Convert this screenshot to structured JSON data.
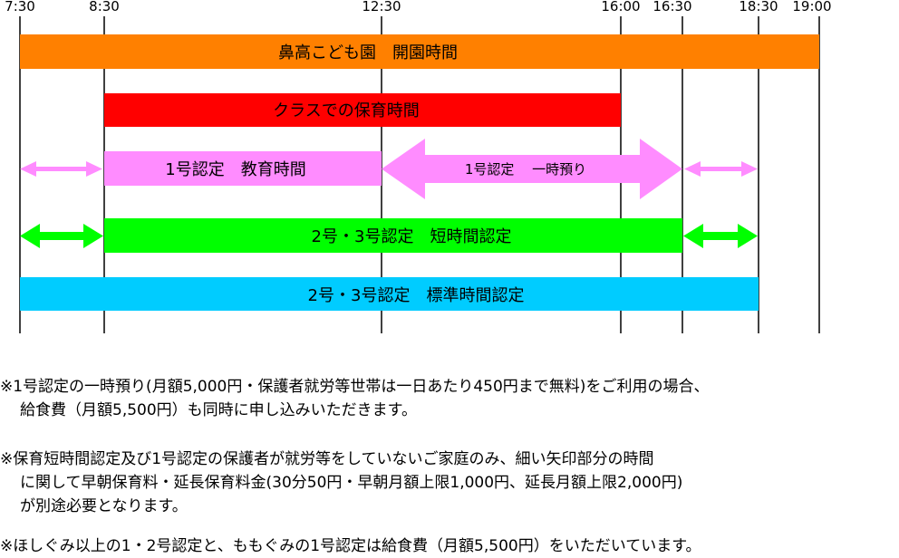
{
  "colors": {
    "orange": "#ff8000",
    "red": "#ff0000",
    "pink": "#ff8cff",
    "green": "#00ff00",
    "cyan": "#00ccff",
    "line": "#000000"
  },
  "timeline": {
    "ticks": [
      "7:30",
      "8:30",
      "12:30",
      "16:00",
      "16:30",
      "18:30",
      "19:00"
    ]
  },
  "bars": {
    "kindergarten": "鼻高こども園　開園時間",
    "class_time": "クラスでの保育時間",
    "type1_education": "1号認定　教育時間",
    "type1_temporary": "1号認定　 一時預り",
    "short_time": "2号・3号認定　短時間認定",
    "standard_time": "2号・3号認定　標準時間認定"
  },
  "notes": {
    "n1_line1": "※1号認定の一時預り(月額5,000円・保護者就労等世帯は一日あたり450円まで無料)をご利用の場合、",
    "n1_line2": "給食費（月額5,500円）も同時に申し込みいただきます。",
    "n2_line1": "※保育短時間認定及び1号認定の保護者が就労等をしていないご家庭のみ、細い矢印部分の時間",
    "n2_line2": "に関して早朝保育料・延長保育料金(30分50円・早朝月額上限1,000円、延長月額上限2,000円)",
    "n2_line3": "が別途必要となります。",
    "n3_line1": "※ほしぐみ以上の1・2号認定と、ももぐみの1号認定は給食費（月額5,500円）をいただいています。"
  }
}
